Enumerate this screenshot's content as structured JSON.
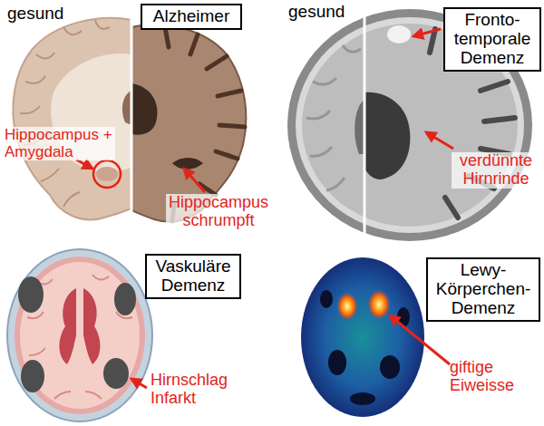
{
  "diagram": {
    "nodes": [
      {
        "text": [
          "Alzheimer"
        ]
      },
      {
        "text": [
          "Fronto- temporale Demenz"
        ]
      },
      {
        "text": [
          "Vaskuläre Demenz"
        ]
      },
      {
        "text": [
          "Lewy- Körperchen- Demenz"
        ]
      }
    ],
    "labels": [
      "gesund",
      "Hippocampus + Amygdala",
      "Hippocampus schrumpft",
      "gesund",
      "verdünnte Hirnrinde",
      "Hirnschlag Infarkt",
      "giftige Eiweisse"
    ]
  }
}
